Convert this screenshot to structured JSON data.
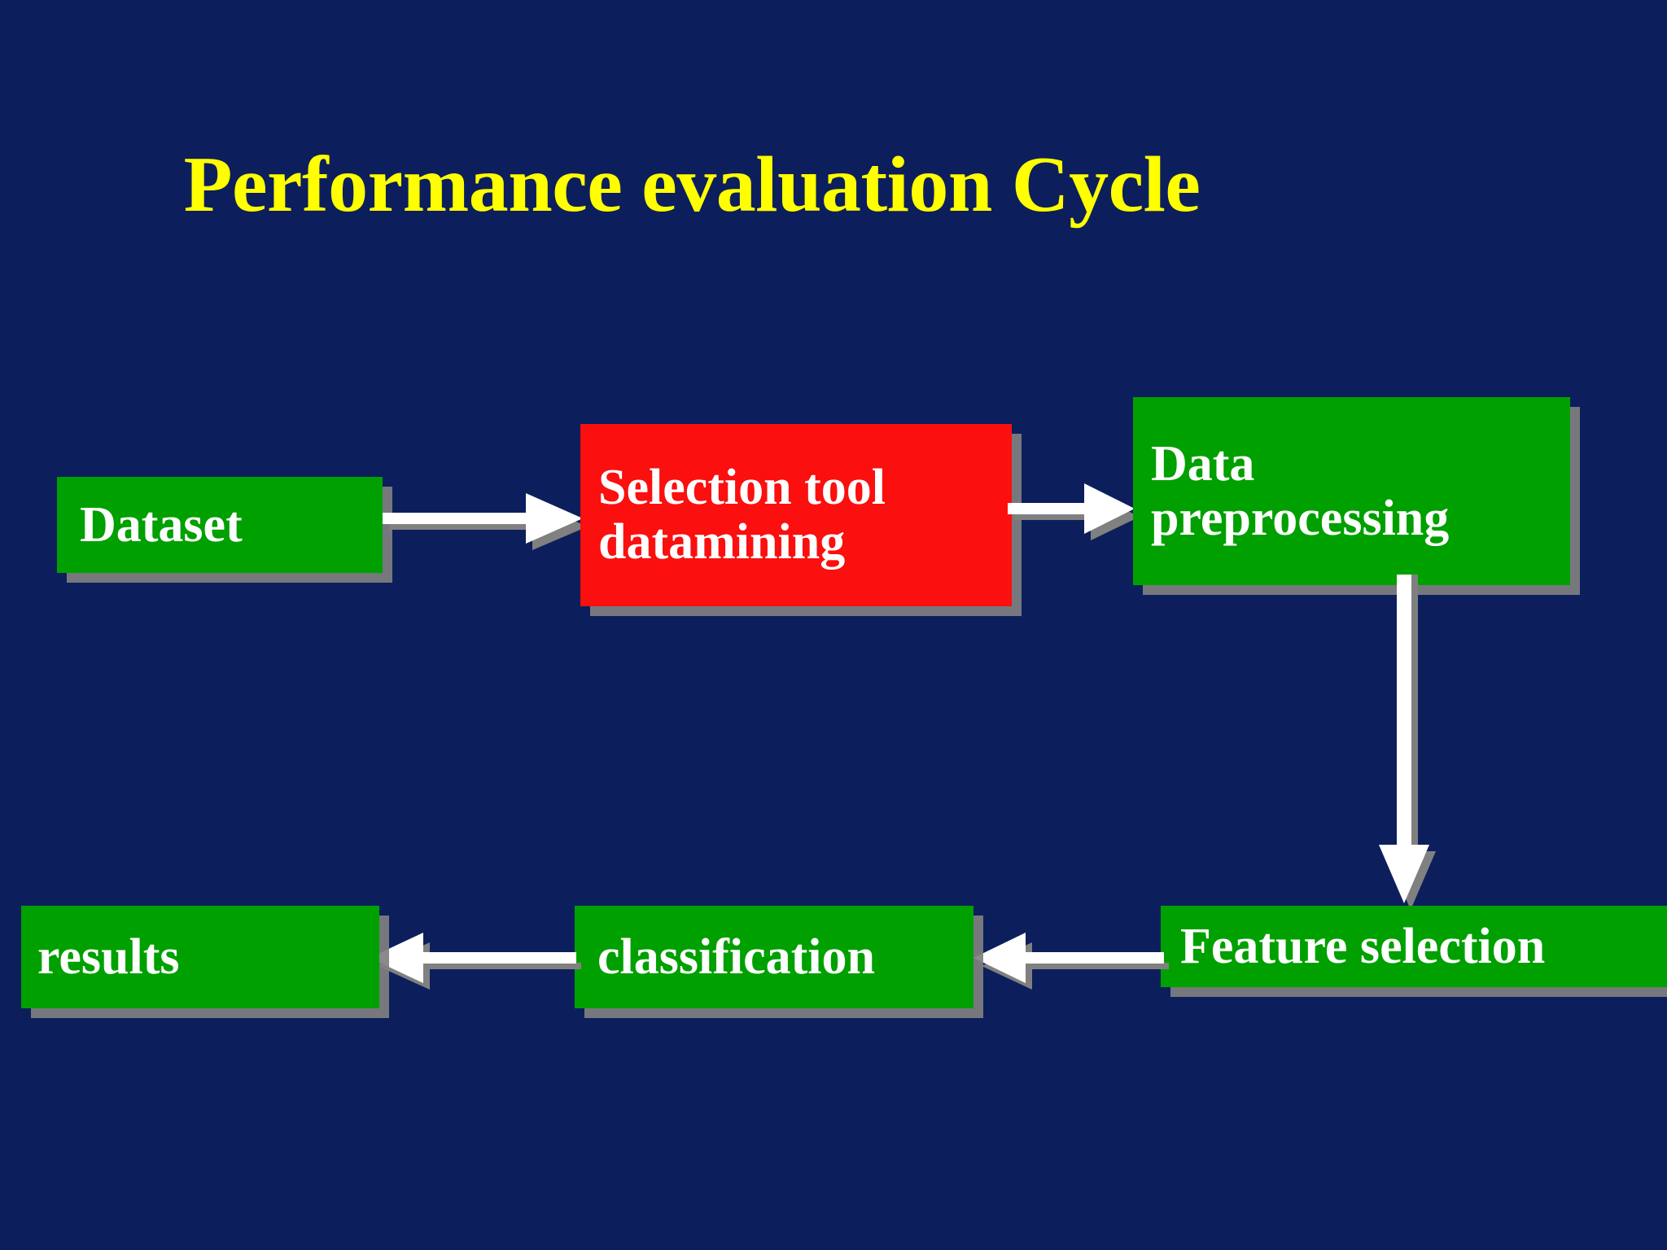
{
  "slide": {
    "title": "Performance evaluation Cycle",
    "background_color": "#0c1f5c",
    "title_color": "#ffff00"
  },
  "colors": {
    "background": "#0c1f5c",
    "box_green": "#00a000",
    "box_red": "#fb0f0f",
    "box_text": "#ffffff",
    "arrow_fill": "#ffffff",
    "arrow_shadow": "#808080",
    "box_shadow": "#808080"
  },
  "diagram": {
    "nodes": [
      {
        "id": "dataset",
        "label": "Dataset",
        "color": "#00a000",
        "shape": "rectangle"
      },
      {
        "id": "selection-tool",
        "label": "Selection tool\ndatamining",
        "color": "#fb0f0f",
        "shape": "rectangle"
      },
      {
        "id": "data-preprocessing",
        "label": "Data\npreprocessing",
        "color": "#00a000",
        "shape": "rectangle"
      },
      {
        "id": "feature-selection",
        "label": "Feature selection",
        "color": "#00a000",
        "shape": "rectangle"
      },
      {
        "id": "classification",
        "label": "classification",
        "color": "#00a000",
        "shape": "rectangle"
      },
      {
        "id": "results",
        "label": "results",
        "color": "#00a000",
        "shape": "rectangle"
      }
    ],
    "edges": [
      {
        "from": "dataset",
        "to": "selection-tool",
        "direction": "right"
      },
      {
        "from": "selection-tool",
        "to": "data-preprocessing",
        "direction": "right"
      },
      {
        "from": "data-preprocessing",
        "to": "feature-selection",
        "direction": "down"
      },
      {
        "from": "feature-selection",
        "to": "classification",
        "direction": "left"
      },
      {
        "from": "classification",
        "to": "results",
        "direction": "left"
      }
    ]
  }
}
